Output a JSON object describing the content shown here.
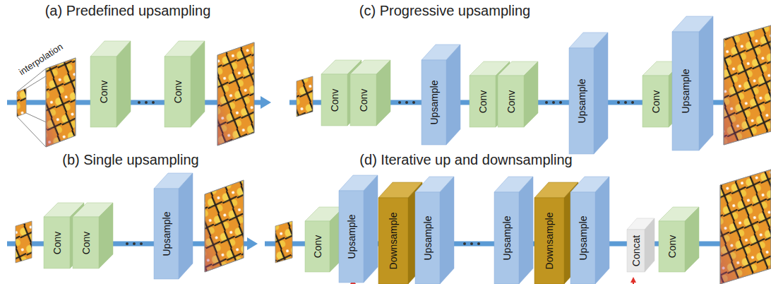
{
  "diagram": {
    "nodes": [
      {
        "text": [
          "Conv"
        ]
      },
      {
        "text": [
          "Conv"
        ]
      },
      {
        "text": [
          "Conv"
        ]
      },
      {
        "text": [
          "Conv"
        ]
      },
      {
        "text": [
          "Upsample"
        ]
      },
      {
        "text": [
          "Conv"
        ]
      },
      {
        "text": [
          "Conv"
        ]
      },
      {
        "text": [
          "Upsample"
        ]
      },
      {
        "text": [
          "Conv"
        ]
      },
      {
        "text": [
          "Upsample"
        ]
      },
      {
        "text": [
          "Conv"
        ]
      },
      {
        "text": [
          "Conv"
        ]
      },
      {
        "text": [
          "Upsample"
        ]
      },
      {
        "text": [
          "Conv"
        ]
      },
      {
        "text": [
          "Upsample"
        ]
      },
      {
        "text": [
          "Downsample"
        ]
      },
      {
        "text": [
          "Upsample"
        ]
      },
      {
        "text": [
          "Upsample"
        ]
      },
      {
        "text": [
          "Downsample"
        ]
      },
      {
        "text": [
          "Upsample"
        ]
      },
      {
        "text": [
          "Concat"
        ]
      },
      {
        "text": [
          "Conv"
        ]
      }
    ],
    "edges": [
      {
        "from": 0,
        "to": 1,
        "arrow": "none"
      },
      {
        "from": 2,
        "to": 3,
        "arrow": "none"
      },
      {
        "from": 3,
        "to": 4,
        "arrow": "none"
      },
      {
        "from": 4,
        "to": 5,
        "arrow": "none"
      },
      {
        "from": 5,
        "to": 6,
        "arrow": "none"
      },
      {
        "from": 6,
        "to": 7,
        "arrow": "none"
      },
      {
        "from": 7,
        "to": 8,
        "arrow": "none"
      },
      {
        "from": 8,
        "to": 9,
        "arrow": "none"
      },
      {
        "from": 10,
        "to": 11,
        "arrow": "none"
      },
      {
        "from": 11,
        "to": 12,
        "arrow": "none"
      },
      {
        "from": 13,
        "to": 14,
        "arrow": "none"
      },
      {
        "from": 14,
        "to": 15,
        "arrow": "none"
      },
      {
        "from": 15,
        "to": 16,
        "arrow": "none"
      },
      {
        "from": 16,
        "to": 17,
        "arrow": "none"
      },
      {
        "from": 17,
        "to": 18,
        "arrow": "none"
      },
      {
        "from": 18,
        "to": 19,
        "arrow": "none"
      },
      {
        "from": 19,
        "to": 20,
        "arrow": "none"
      },
      {
        "from": 20,
        "to": 21,
        "arrow": "none"
      }
    ],
    "labels": [
      "(a) Predefined upsampling",
      "(c) Progressive upsampling",
      "interpolation",
      "(b) Single upsampling",
      "(d) Iterative up and downsampling"
    ]
  }
}
